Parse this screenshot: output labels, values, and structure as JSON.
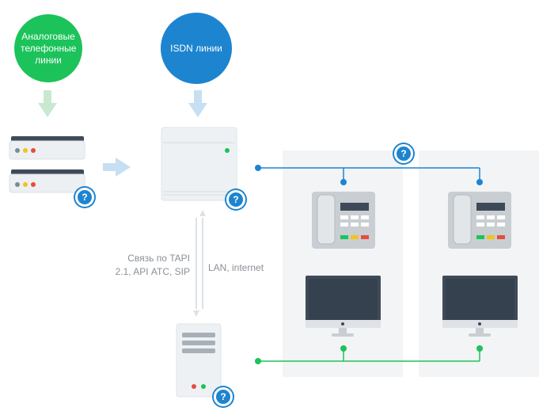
{
  "nodes": {
    "analog_lines": "Аналоговые телефонные линии",
    "isdn_lines": "ISDN линии"
  },
  "connections": {
    "tapi_label": "Связь по TAPI 2.1, API АТС, SIP",
    "lan_label": "LAN, internet"
  },
  "help": {
    "glyph": "?"
  },
  "colors": {
    "analog_circle": "#1cc35a",
    "isdn_circle": "#1d84d0",
    "panel_bg": "#f2f4f6",
    "blue_line": "#1d84d0",
    "green_line": "#1cc35a",
    "arrow": "#c6dff2",
    "arrow_green": "#c8e9cf"
  }
}
